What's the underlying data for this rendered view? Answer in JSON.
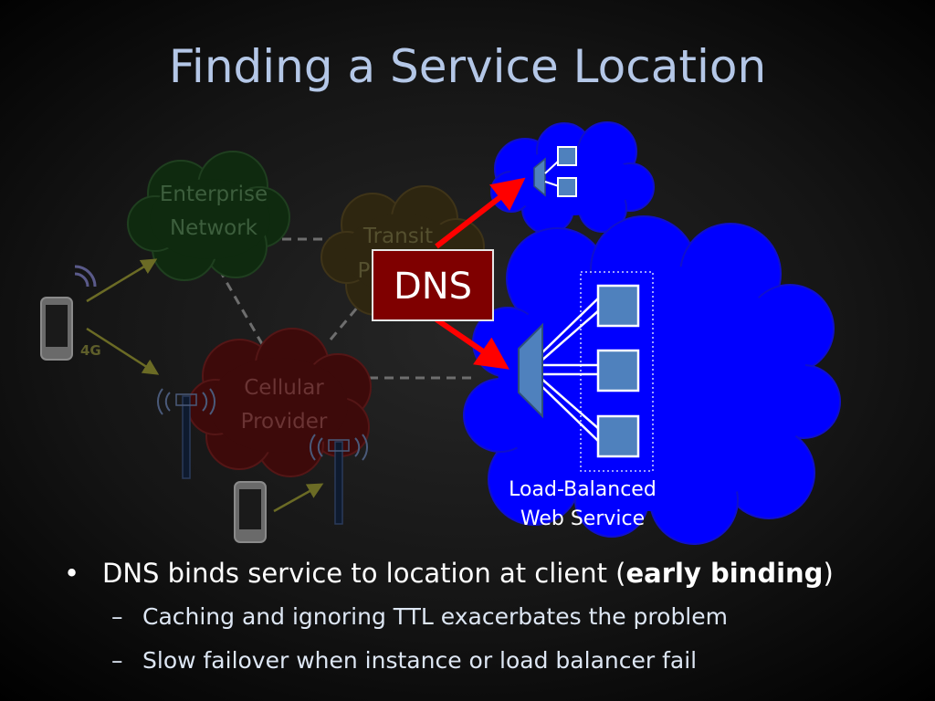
{
  "title": "Finding a Service Location",
  "diagram": {
    "clouds": {
      "enterprise": [
        "Enterprise",
        "Network"
      ],
      "transit": [
        "Transit",
        "Pr"
      ],
      "cellular": [
        "Cellular",
        "Provider"
      ]
    },
    "dns_label": "DNS",
    "cell_label": "4G",
    "service_label": [
      "Load-Balanced",
      "Web Service"
    ],
    "colors": {
      "blue_cloud": "#0000ff",
      "server": "#4f81bd",
      "dns_box": "#7f0000",
      "arrow": "#ff0000",
      "title": "#b4c7e7"
    }
  },
  "bullets": {
    "main_before": "DNS binds service to location at client (",
    "main_bold": "early binding",
    "main_after": ")",
    "sub1": "Caching and ignoring TTL exacerbates the problem",
    "sub2": "Slow failover when instance or load balancer fail"
  }
}
